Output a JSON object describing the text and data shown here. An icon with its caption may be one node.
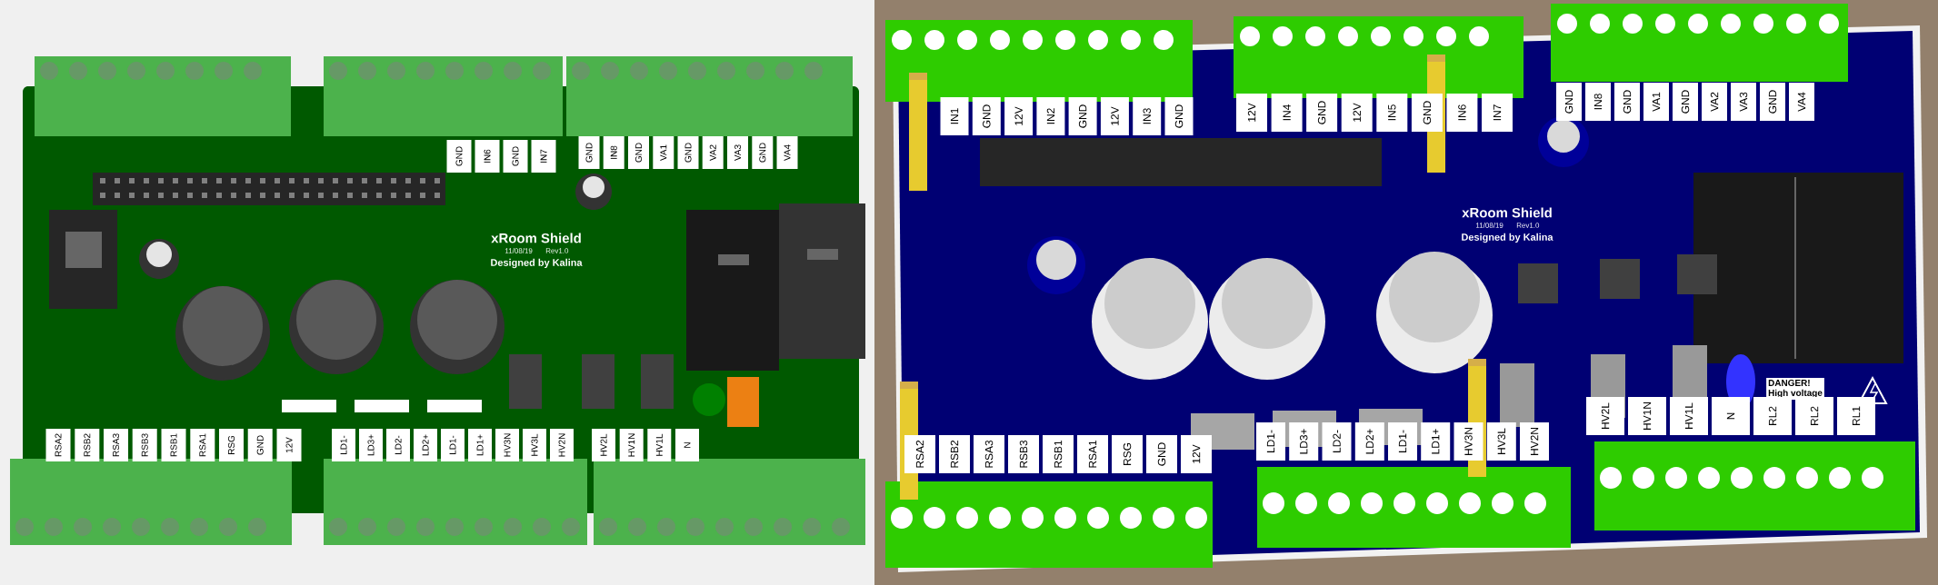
{
  "diagram": {
    "labels": [
      "GND",
      "IN6",
      "GND",
      "IN7",
      "GND",
      "IN8",
      "GND",
      "VA1",
      "GND",
      "VA2",
      "VA3",
      "GND",
      "VA4",
      "xRoom Shield",
      "11/08/19",
      "Rev1.0",
      "Designed by Kalina",
      "RSA2",
      "RSB2",
      "RSA3",
      "RSB3",
      "RSB1",
      "RSA1",
      "RSG",
      "GND",
      "12V",
      "LD1-",
      "LD3+",
      "LD2-",
      "LD2+",
      "LD1-",
      "LD1+",
      "HV3N",
      "HV3L",
      "HV2N",
      "HV2L",
      "HV1N",
      "HV1L",
      "N",
      "IN1",
      "GND",
      "12V",
      "IN2",
      "GND",
      "12V",
      "IN3",
      "GND",
      "12V",
      "IN4",
      "GND",
      "12V",
      "IN5",
      "GND",
      "IN6",
      "IN7",
      "GND",
      "IN8",
      "GND",
      "VA1",
      "GND",
      "VA2",
      "VA3",
      "GND",
      "VA4",
      "xRoom Shield",
      "11/08/19",
      "Rev1.0",
      "Designed by Kalina",
      "DANGER!",
      "High voltage",
      "RSA2",
      "RSB2",
      "RSA3",
      "RSB3",
      "RSB1",
      "RSA1",
      "RSG",
      "GND",
      "12V",
      "LD1-",
      "LD3+",
      "LD2-",
      "LD2+",
      "LD1-",
      "LD1+",
      "HV3N",
      "HV3L",
      "HV2N",
      "HV2L",
      "HV1N",
      "HV1L",
      "N",
      "RL2",
      "RL2",
      "RL1"
    ]
  }
}
